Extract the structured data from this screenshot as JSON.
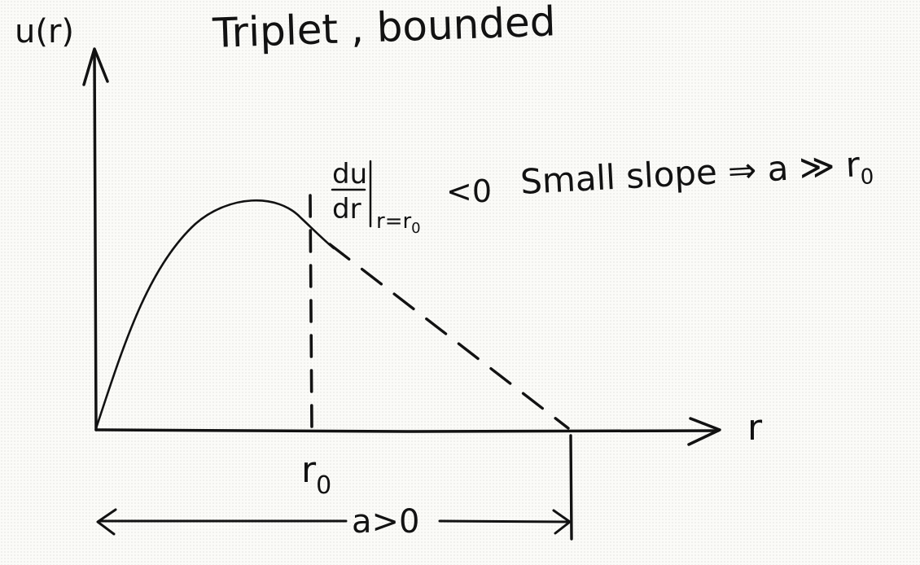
{
  "title": "Triplet , bounded",
  "axes": {
    "y_label": "u(r)",
    "x_label": "r"
  },
  "annotation": {
    "derivative_numerator": "du",
    "derivative_denominator": "dr",
    "derivative_eval": "r=r",
    "derivative_eval_sub": "0",
    "condition": "<0",
    "remark": "Small slope ⇒ a ≫ r",
    "remark_sub": "0"
  },
  "marks": {
    "r0_label": "r",
    "r0_sub": "0",
    "a_label": "a>0"
  },
  "colors": {
    "ink": "#121212",
    "paper": "#fbfbf8"
  }
}
